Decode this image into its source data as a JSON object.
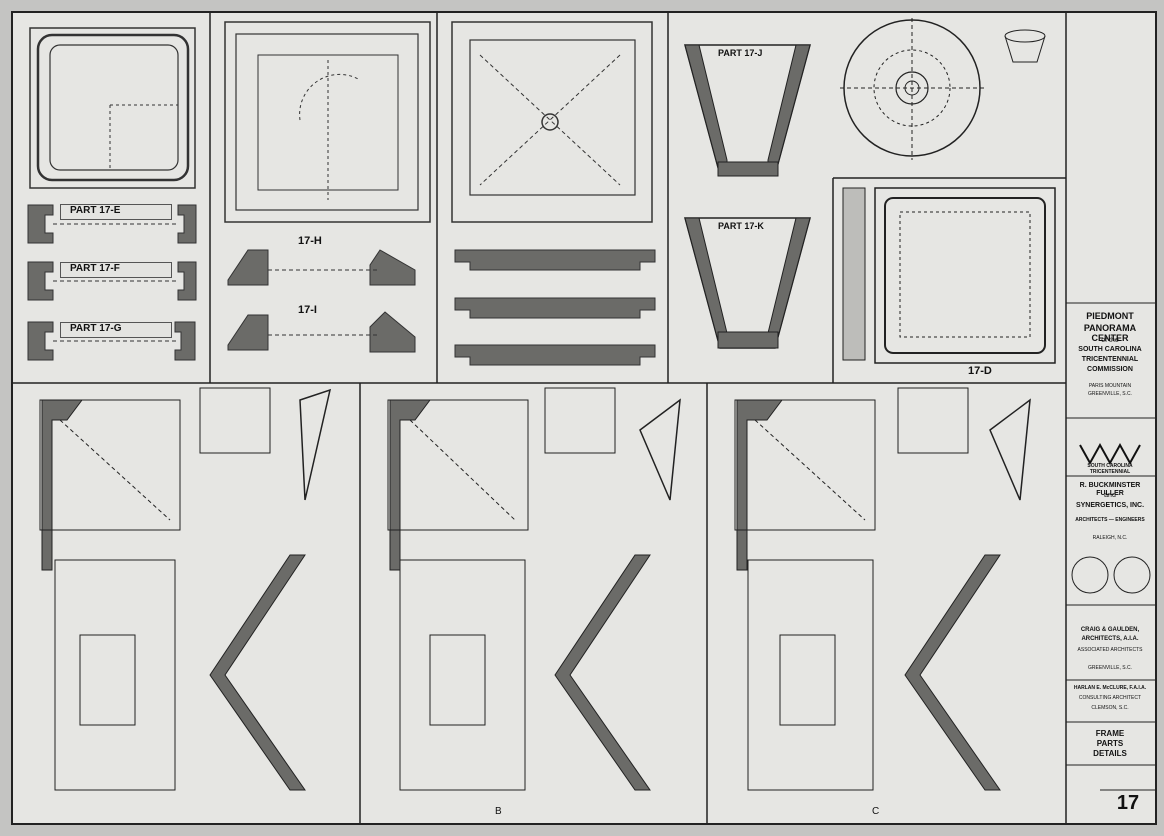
{
  "title_block": {
    "project_1": "PIEDMONT",
    "project_2": "PANORAMA CENTER",
    "of_the": "of the",
    "state_1": "SOUTH CAROLINA",
    "state_2": "TRICENTENNIAL",
    "state_3": "COMMISSION",
    "loc_1": "PARIS MOUNTAIN",
    "loc_2": "GREENVILLE, S.C.",
    "logo_text_1": "SOUTH CAROLINA",
    "logo_text_2": "TRICENTENNIAL",
    "firm_1": "R. BUCKMINSTER FULLER",
    "firm_2": "and",
    "firm_3": "SYNERGETICS, INC.",
    "firm_4": "ARCHITECTS — ENGINEERS",
    "firm_5": "RALEIGH, N.C.",
    "assoc_1": "CRAIG & GAULDEN,",
    "assoc_2": "ARCHITECTS, A.I.A.",
    "assoc_3": "ASSOCIATED ARCHITECTS",
    "assoc_4": "GREENVILLE, S.C.",
    "consult_1": "HARLAN E. McCLURE, F.A.I.A.",
    "consult_2": "CONSULTING ARCHITECT",
    "consult_3": "CLEMSON, S.C.",
    "sheet_title_1": "FRAME",
    "sheet_title_2": "PARTS",
    "sheet_title_3": "DETAILS",
    "sheet_number": "17"
  },
  "parts": {
    "e": "PART 17-E",
    "f": "PART 17-F",
    "g": "PART 17-G",
    "h": "17-H",
    "i": "17-I",
    "j": "PART 17-J",
    "k": "PART 17-K",
    "d": "17-D"
  },
  "sections": {
    "b": "B",
    "c": "C"
  }
}
